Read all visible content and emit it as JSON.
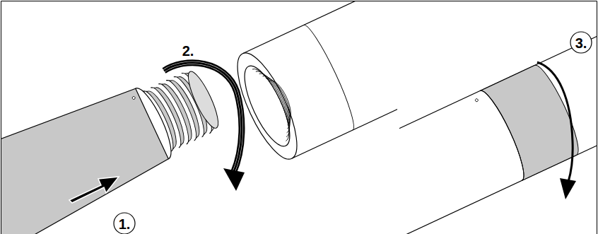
{
  "diagram": {
    "labels": [
      "2.",
      "1.",
      "3."
    ]
  }
}
